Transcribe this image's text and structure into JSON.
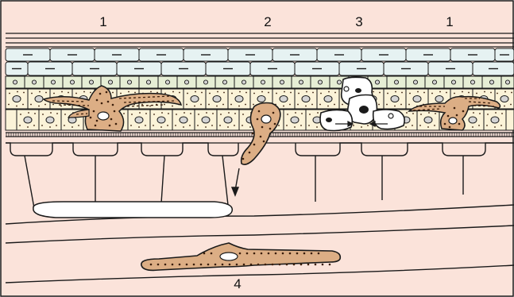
{
  "labels": {
    "l1a": "1",
    "l2": "2",
    "l3": "3",
    "l1b": "1",
    "l4": "4"
  },
  "colors": {
    "background": "#fbe3da",
    "stroke": "#1a1a1a",
    "melanocyte": "#dcae85",
    "granule": "#3a1d0a",
    "layer_top": "#e6f2f2",
    "layer_mid": "#e6eed5",
    "layer_basal": "#fbf3d8",
    "nucleus": "#d4d4d4",
    "white": "#ffffff"
  },
  "icons": {
    "arrow": "arrow-icon"
  }
}
